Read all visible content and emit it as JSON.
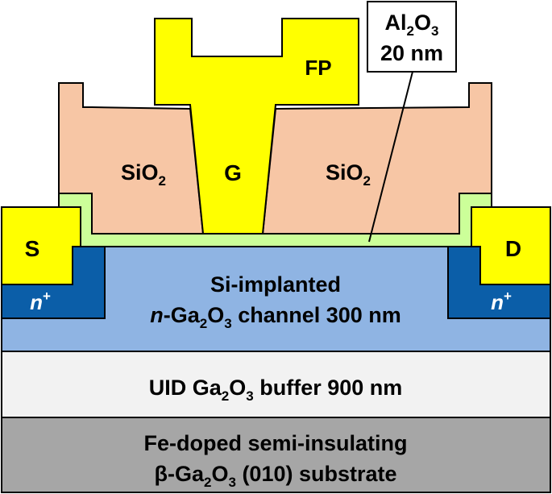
{
  "colors": {
    "substrate": "#a6a6a6",
    "buffer": "#f2f2f2",
    "channel": "#8fb4e3",
    "n_plus": "#0b5ea8",
    "al2o3_liner": "#ccff99",
    "sio2": "#f7c6a5",
    "metal": "#ffff00",
    "outline": "#000000"
  },
  "labels": {
    "substrate_line1": "Fe-doped semi-insulating",
    "substrate_line2_prefix": "β-Ga",
    "substrate_line2_sub1": "2",
    "substrate_line2_mid": "O",
    "substrate_line2_sub2": "3",
    "substrate_line2_suffix": " (010) substrate",
    "buffer_prefix": "UID Ga",
    "buffer_sub1": "2",
    "buffer_mid": "O",
    "buffer_sub2": "3",
    "buffer_suffix": " buffer  900 nm",
    "channel_line1": "Si-implanted",
    "channel_line2_italic": "n",
    "channel_line2_prefix": "-Ga",
    "channel_line2_sub1": "2",
    "channel_line2_mid": "O",
    "channel_line2_sub2": "3",
    "channel_line2_suffix": " channel  300 nm",
    "nplus_italic": "n",
    "nplus_sup": "+",
    "source": "S",
    "drain": "D",
    "gate": "G",
    "field_plate": "FP",
    "sio2_main": "SiO",
    "sio2_sub": "2",
    "al2o3_line1_prefix": "Al",
    "al2o3_line1_sub1": "2",
    "al2o3_line1_mid": "O",
    "al2o3_line1_sub2": "3",
    "al2o3_line2": "20 nm"
  }
}
